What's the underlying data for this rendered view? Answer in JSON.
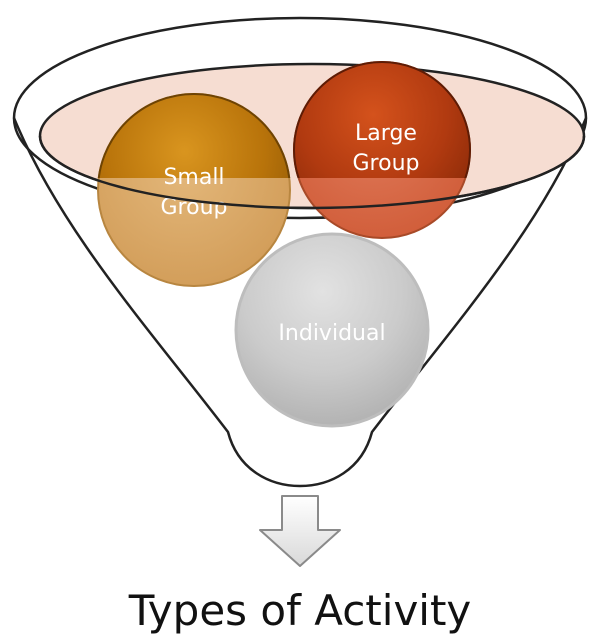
{
  "funnel": {
    "balls": [
      {
        "id": "small-group",
        "lines": [
          "Small",
          "Group"
        ],
        "color": "#b8730a"
      },
      {
        "id": "large-group",
        "lines": [
          "Large",
          "Group"
        ],
        "color": "#b13a10"
      },
      {
        "id": "individual",
        "lines": [
          "Individual"
        ],
        "color": "#c9c9c9"
      }
    ],
    "rim_fill": "#f6ddd2",
    "stroke": "#222222"
  },
  "caption": "Types of Activity"
}
